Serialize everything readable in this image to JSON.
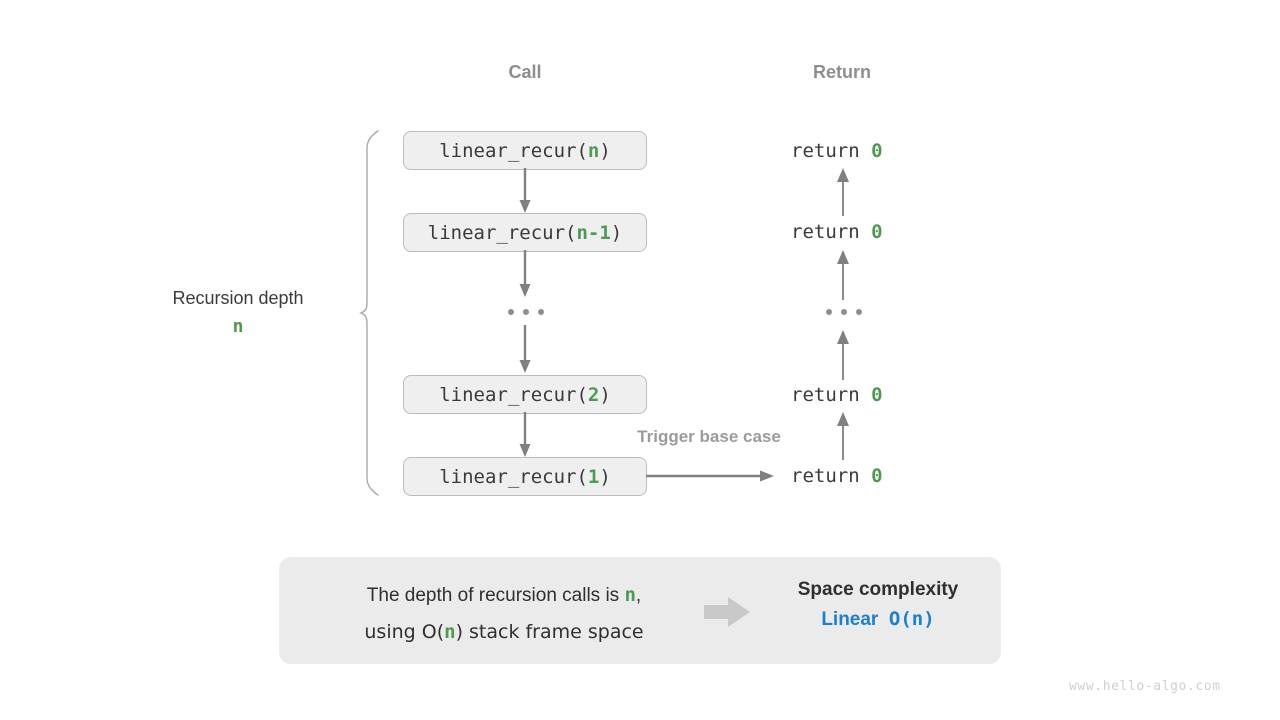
{
  "columns": {
    "call_header": "Call",
    "return_header": "Return"
  },
  "depth_annotation": {
    "label": "Recursion depth",
    "value": "n"
  },
  "call_stack": [
    {
      "name": "linear_recur(",
      "arg": "n",
      "close": ")"
    },
    {
      "name": "linear_recur(",
      "arg": "n-1",
      "close": ")"
    },
    {
      "name": "linear_recur(",
      "arg": "2",
      "close": ")"
    },
    {
      "name": "linear_recur(",
      "arg": "1",
      "close": ")"
    }
  ],
  "call_ellipsis": "...",
  "returns": [
    {
      "keyword": "return",
      "value": "0"
    },
    {
      "keyword": "return",
      "value": "0"
    },
    {
      "keyword": "return",
      "value": "0"
    },
    {
      "keyword": "return",
      "value": "0"
    }
  ],
  "return_ellipsis": "...",
  "trigger_note": "Trigger base case",
  "summary": {
    "line1_pre": "The depth of recursion calls is ",
    "line1_var": "n",
    "line1_post": ",",
    "line2_pre": "using O(",
    "line2_var": "n",
    "line2_post": ") stack frame space",
    "title": "Space complexity",
    "verdict_word": "Linear",
    "verdict_bigo": "O(n)"
  },
  "watermark": "www.hello-algo.com",
  "colors": {
    "accent_green": "#4e9a51",
    "accent_blue": "#1a80d2",
    "box_fill": "#efefef",
    "box_border": "#bcbcbc",
    "panel_fill": "#ebebeb",
    "arrow_gray": "#808080",
    "header_gray": "#8e8e8e",
    "text_dark": "#3a3a3a",
    "watermark_gray": "#cfcfcf"
  }
}
